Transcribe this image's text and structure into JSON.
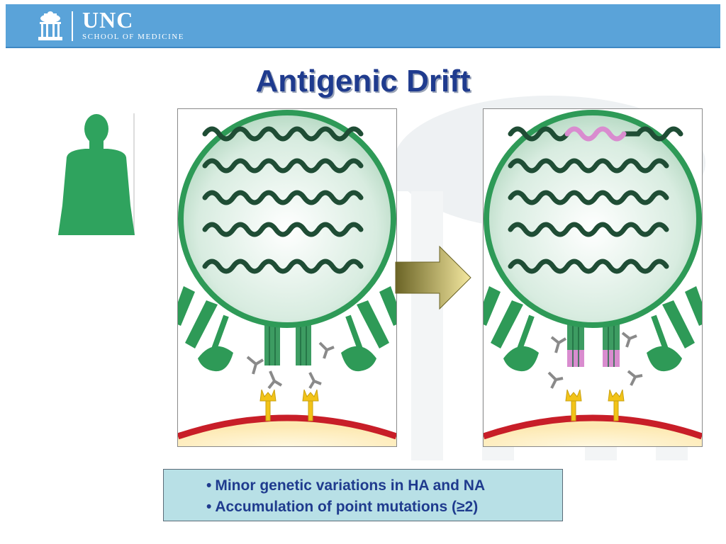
{
  "header": {
    "logo_main": "UNC",
    "logo_sub": "SCHOOL OF MEDICINE",
    "background_color": "#5aa3d9"
  },
  "slide": {
    "title": "Antigenic Drift",
    "title_color": "#1f3b8e"
  },
  "caption": {
    "background_color": "#b8e0e6",
    "bullets": [
      "Minor genetic variations in HA and NA",
      "Accumulation of point mutations (≥2)"
    ]
  },
  "illustration": {
    "virus_color": "#2e9a57",
    "mutation_color": "#d98ccf",
    "host_membrane_color": "#c81e28",
    "receptor_color": "#f2c318",
    "antibody_color": "#8a8a8a",
    "person_icon": "person-silhouette-icon",
    "arrow_icon": "right-arrow-icon"
  }
}
